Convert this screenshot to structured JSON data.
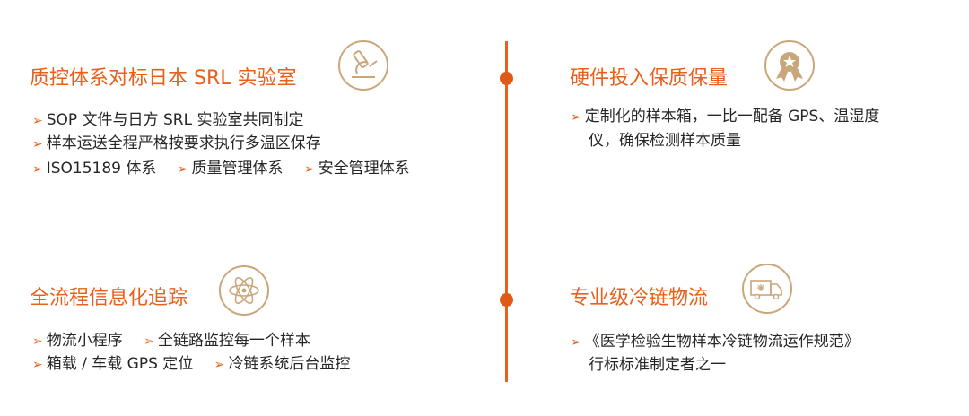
{
  "colors": {
    "accent": "#e8601c",
    "icon": "#c9a77a"
  },
  "sections": [
    {
      "title": "质控体系对标日本 SRL 实验室",
      "icon": "microscope-icon",
      "bullets": [
        "SOP 文件与日方 SRL 实验室共同制定",
        "样本运送全程严格按要求执行多温区保存"
      ],
      "inline_bullets": [
        "ISO15189 体系",
        "质量管理体系",
        "安全管理体系"
      ]
    },
    {
      "title": "硬件投入保质保量",
      "icon": "award-medal-icon",
      "bullets": [
        "定制化的样本箱，一比一配备 GPS、温湿度",
        "仪，确保检测样本质量"
      ]
    },
    {
      "title": "全流程信息化追踪",
      "icon": "atom-icon",
      "inline_rows": [
        [
          "物流小程序",
          "全链路监控每一个样本"
        ],
        [
          "箱载 / 车载 GPS 定位",
          "冷链系统后台监控"
        ]
      ]
    },
    {
      "title": "专业级冷链物流",
      "icon": "delivery-truck-icon",
      "bullets": [
        "《医学检验生物样本冷链物流运作规范》",
        "行标标准制定者之一"
      ]
    }
  ]
}
